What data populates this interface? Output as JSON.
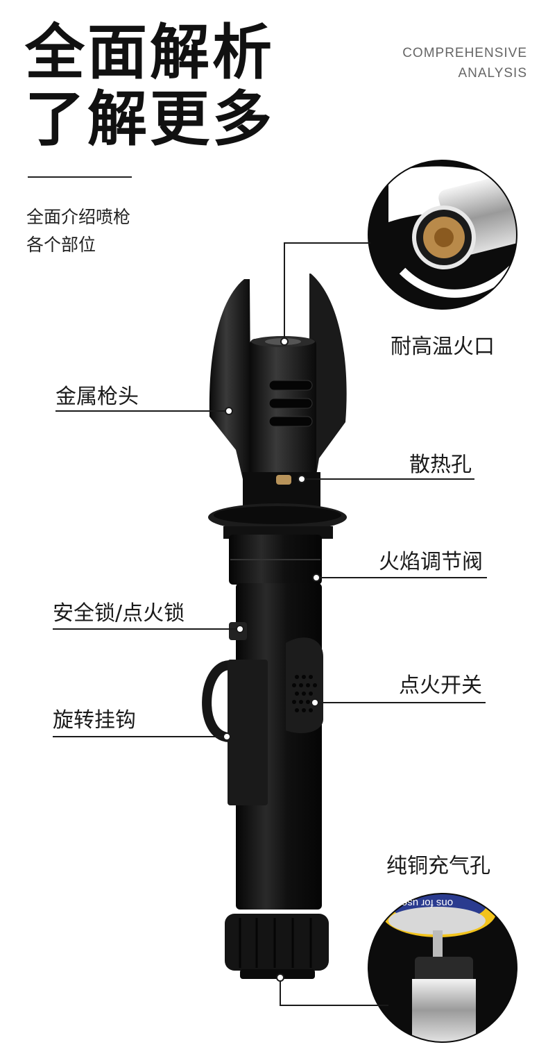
{
  "header": {
    "title_line1": "全面解析",
    "title_line2": "了解更多",
    "english_line1": "COMPREHENSIVE",
    "english_line2": "ANALYSIS",
    "subtitle_line1": "全面介绍喷枪",
    "subtitle_line2": "各个部位"
  },
  "labels": {
    "nozzle": "耐高温火口",
    "gun_head": "金属枪头",
    "vent_holes": "散热孔",
    "flame_valve": "火焰调节阀",
    "safety_lock": "安全锁/点火锁",
    "ignition_switch": "点火开关",
    "hook": "旋转挂钩",
    "fill_port": "纯铜充气孔"
  },
  "inset_text": {
    "gas_can_print": "ons for use"
  },
  "colors": {
    "body": "#141414",
    "leader": "#1a1a1a",
    "can_yellow": "#f2c31c",
    "can_blue": "#2a3b8f"
  }
}
